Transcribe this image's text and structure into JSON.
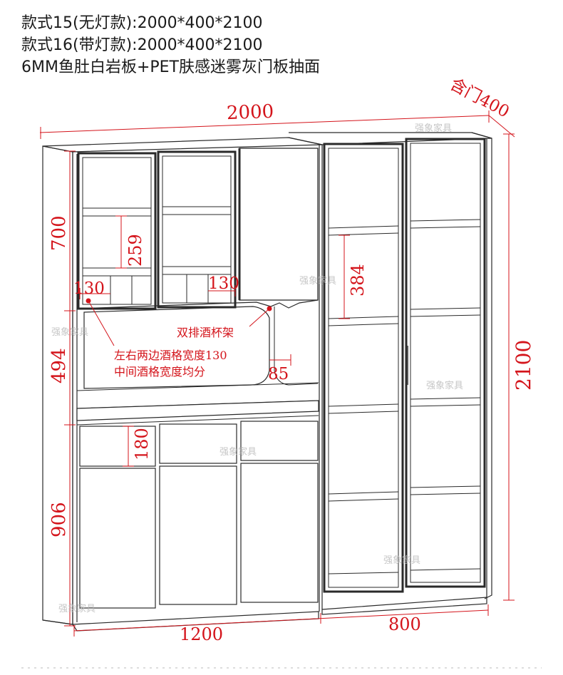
{
  "specs": {
    "line1": "款式15(无灯款):2000*400*2100",
    "line2": "款式16(带灯款):2000*400*2100",
    "line3": "6MM鱼肚白岩板+PET肤感迷雾灰门板抽面"
  },
  "dimensions": {
    "total_width": "2000",
    "depth_label": "含门400",
    "total_height": "2100",
    "upper_height": "700",
    "middle_height": "494",
    "lower_height": "906",
    "shelf_gap": "259",
    "wine_slot_left": "130",
    "wine_slot_mid": "130",
    "tall_shelf_gap": "384",
    "drawer_height": "180",
    "niche_depth": "85",
    "left_width": "1200",
    "right_width": "800"
  },
  "annotations": {
    "double_glass_rack": "双排酒杯架",
    "slot_note_1": "左右两边酒格宽度130",
    "slot_note_2": "中间酒格宽度均分"
  },
  "watermark": "强象家具",
  "colors": {
    "dimension": "#d4141b",
    "line": "#2a2a2a",
    "frame": "#555555"
  }
}
